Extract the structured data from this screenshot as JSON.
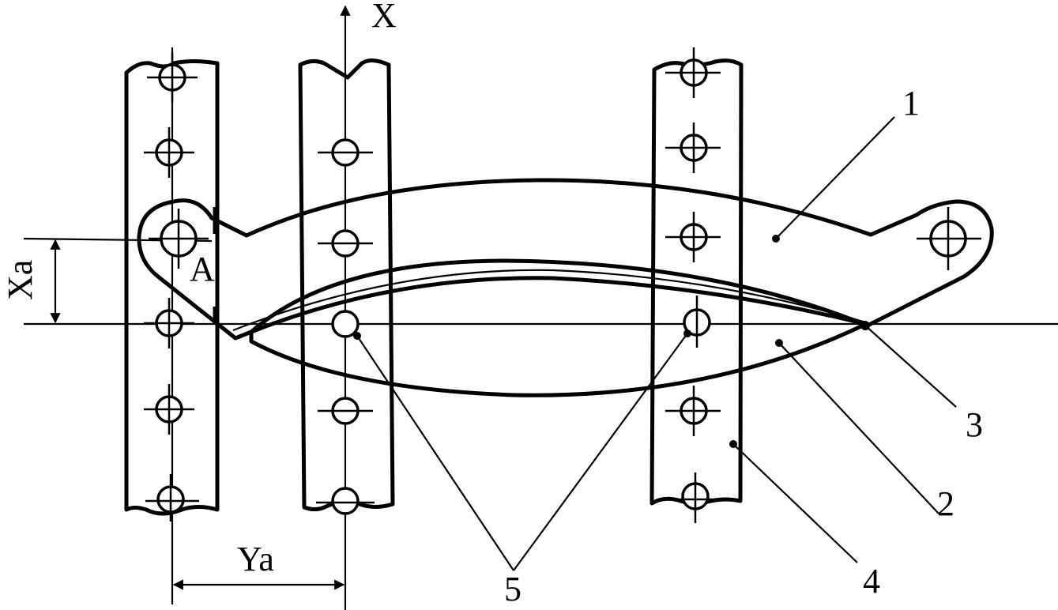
{
  "axis": {
    "x_label": "X"
  },
  "dimensions": {
    "xa_label": "Xa",
    "ya_label": "Ya"
  },
  "point_label": "A",
  "callouts": {
    "part1": "1",
    "part2": "2",
    "part3": "3",
    "part4": "4",
    "part5": "5"
  }
}
